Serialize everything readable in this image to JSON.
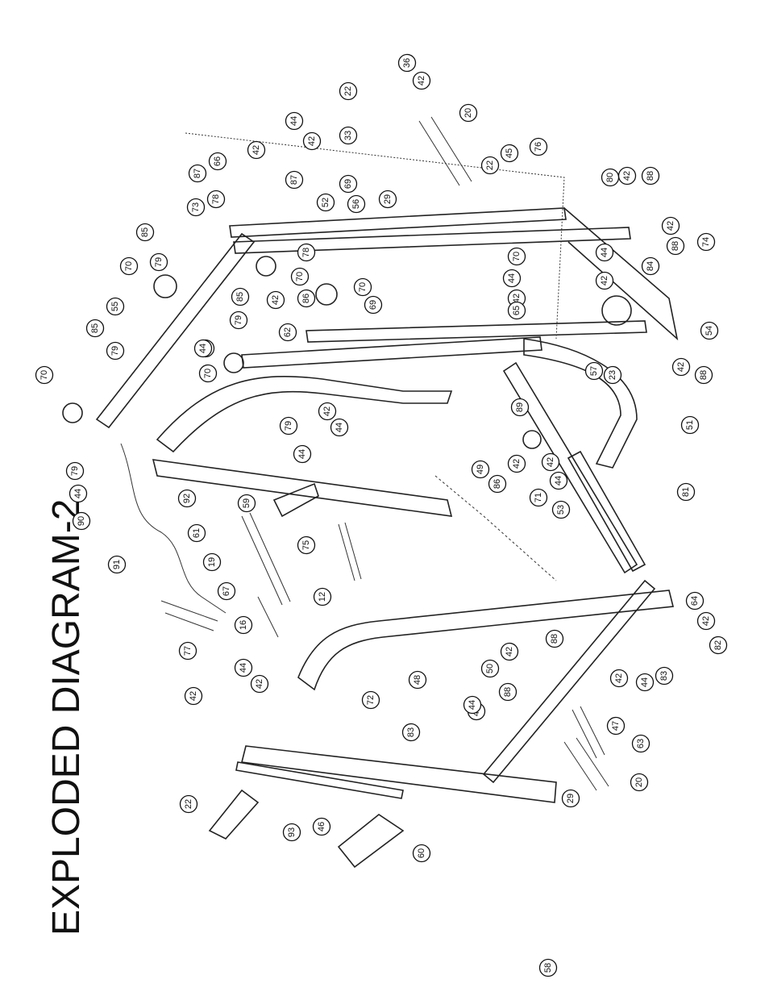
{
  "title": "EXPLODED DIAGRAM-2",
  "parts": [
    {
      "label": "70"
    },
    {
      "label": "85"
    },
    {
      "label": "79"
    },
    {
      "label": "55"
    },
    {
      "label": "70"
    },
    {
      "label": "79"
    },
    {
      "label": "85"
    },
    {
      "label": "73"
    },
    {
      "label": "78"
    },
    {
      "label": "87"
    },
    {
      "label": "66"
    },
    {
      "label": "42"
    },
    {
      "label": "87"
    },
    {
      "label": "52"
    },
    {
      "label": "69"
    },
    {
      "label": "33"
    },
    {
      "label": "44"
    },
    {
      "label": "42"
    },
    {
      "label": "22"
    },
    {
      "label": "36"
    },
    {
      "label": "42"
    },
    {
      "label": "56"
    },
    {
      "label": "29"
    },
    {
      "label": "20"
    },
    {
      "label": "22"
    },
    {
      "label": "45"
    },
    {
      "label": "76"
    },
    {
      "label": "80"
    },
    {
      "label": "42"
    },
    {
      "label": "88"
    },
    {
      "label": "42"
    },
    {
      "label": "88"
    },
    {
      "label": "74"
    },
    {
      "label": "44"
    },
    {
      "label": "84"
    },
    {
      "label": "42"
    },
    {
      "label": "54"
    },
    {
      "label": "70"
    },
    {
      "label": "44"
    },
    {
      "label": "42"
    },
    {
      "label": "65"
    },
    {
      "label": "69"
    },
    {
      "label": "70"
    },
    {
      "label": "44"
    },
    {
      "label": "70"
    },
    {
      "label": "78"
    },
    {
      "label": "86"
    },
    {
      "label": "42"
    },
    {
      "label": "85"
    },
    {
      "label": "79"
    },
    {
      "label": "44"
    },
    {
      "label": "62"
    },
    {
      "label": "70"
    },
    {
      "label": "42"
    },
    {
      "label": "88"
    },
    {
      "label": "57"
    },
    {
      "label": "23"
    },
    {
      "label": "51"
    },
    {
      "label": "79"
    },
    {
      "label": "42"
    },
    {
      "label": "44"
    },
    {
      "label": "44"
    },
    {
      "label": "89"
    },
    {
      "label": "42"
    },
    {
      "label": "86"
    },
    {
      "label": "42"
    },
    {
      "label": "71"
    },
    {
      "label": "44"
    },
    {
      "label": "53"
    },
    {
      "label": "81"
    },
    {
      "label": "49"
    },
    {
      "label": "92"
    },
    {
      "label": "79"
    },
    {
      "label": "44"
    },
    {
      "label": "90"
    },
    {
      "label": "91"
    },
    {
      "label": "61"
    },
    {
      "label": "59"
    },
    {
      "label": "75"
    },
    {
      "label": "19"
    },
    {
      "label": "67"
    },
    {
      "label": "12"
    },
    {
      "label": "16"
    },
    {
      "label": "77"
    },
    {
      "label": "44"
    },
    {
      "label": "42"
    },
    {
      "label": "64"
    },
    {
      "label": "42"
    },
    {
      "label": "82"
    },
    {
      "label": "83"
    },
    {
      "label": "44"
    },
    {
      "label": "42"
    },
    {
      "label": "48"
    },
    {
      "label": "42"
    },
    {
      "label": "88"
    },
    {
      "label": "50"
    },
    {
      "label": "88"
    },
    {
      "label": "42"
    },
    {
      "label": "44"
    },
    {
      "label": "42"
    },
    {
      "label": "72"
    },
    {
      "label": "83"
    },
    {
      "label": "47"
    },
    {
      "label": "63"
    },
    {
      "label": "29"
    },
    {
      "label": "20"
    },
    {
      "label": "22"
    },
    {
      "label": "93"
    },
    {
      "label": "46"
    },
    {
      "label": "60"
    },
    {
      "label": "58"
    }
  ]
}
